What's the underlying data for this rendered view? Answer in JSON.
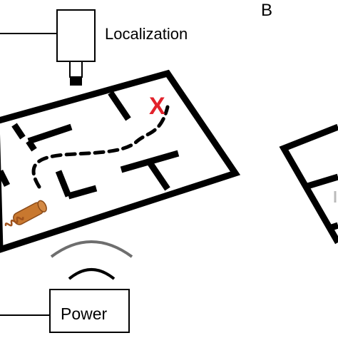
{
  "panel_b_label": "B",
  "camera_label": "Localization",
  "power_label": "Power",
  "target_marker": "X",
  "colors": {
    "ink": "#000000",
    "target": "#e2222b",
    "arc": "#6e6e6e",
    "robot_body": "#c8782f",
    "robot_coil": "#a0521c"
  },
  "icons": [
    "camera-icon",
    "wireless-power-waves-icon",
    "microrobot-coil-icon",
    "target-x-icon"
  ]
}
